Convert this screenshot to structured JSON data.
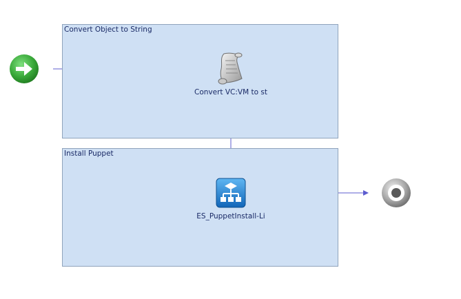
{
  "groups": {
    "convert": {
      "label": "Convert Object to String"
    },
    "install": {
      "label": "Install Puppet"
    }
  },
  "nodes": {
    "start": {
      "icon": "start-arrow-icon"
    },
    "script": {
      "icon": "scroll-icon",
      "label": "Convert VC:VM to st"
    },
    "workflow": {
      "icon": "workflow-icon",
      "label": "ES_PuppetInstall-Li"
    },
    "end": {
      "icon": "end-target-icon"
    }
  },
  "colors": {
    "group_fill": "#cfe0f4",
    "group_border": "#8fa3bb",
    "connector": "#5c5ccf",
    "start_green": "#3aa93a",
    "workflow_blue": "#1e82d2"
  }
}
